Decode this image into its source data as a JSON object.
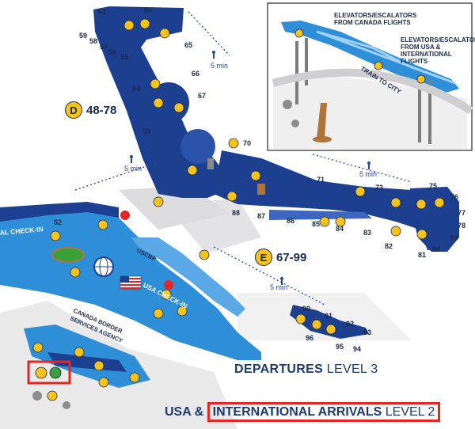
{
  "concourse_d": {
    "letter": "D",
    "range": "48-78"
  },
  "concourse_e": {
    "letter": "E",
    "range": "67-99"
  },
  "walk_times": [
    "5 min",
    "5 min",
    "5 min",
    "5 min"
  ],
  "gates": [
    "62",
    "64",
    "59",
    "58",
    "57",
    "56",
    "55",
    "65",
    "54",
    "66",
    "53",
    "67",
    "70",
    "52",
    "71",
    "73",
    "75",
    "76",
    "77",
    "78",
    "79",
    "80",
    "81",
    "82",
    "83",
    "84",
    "85",
    "86",
    "87",
    "88",
    "90",
    "91",
    "92",
    "93",
    "94",
    "95",
    "96"
  ],
  "labels": {
    "usa_checkin": "USA CHECK-IN",
    "intl_checkin": "AL CHECK-IN",
    "uscbp": "USCBP",
    "canada_border_1": "CANADA BORDER",
    "canada_border_2": "SERVICES AGENCY",
    "elev_canada_1": "ELEVATORS/ESCALATORS",
    "elev_canada_2": "FROM CANADA FLIGHTS",
    "elev_usa_1": "ELEVATORS/ESCALATORS",
    "elev_usa_2": "FROM USA &",
    "elev_usa_3": "INTERNATIONAL",
    "elev_usa_4": "FLIGHTS",
    "train": "TRAIN TO CITY"
  },
  "departures": {
    "bold": "DEPARTURES",
    "level": "LEVEL 3"
  },
  "arrivals": {
    "prefix": "USA &",
    "highlight": "INTERNATIONAL ARRIVALS",
    "level": "LEVEL 2"
  },
  "colors": {
    "concourse": "#1d3f8f",
    "checkin": "#2e8fd8",
    "amenity": "#f6c21c",
    "highlight": "#e42627"
  }
}
